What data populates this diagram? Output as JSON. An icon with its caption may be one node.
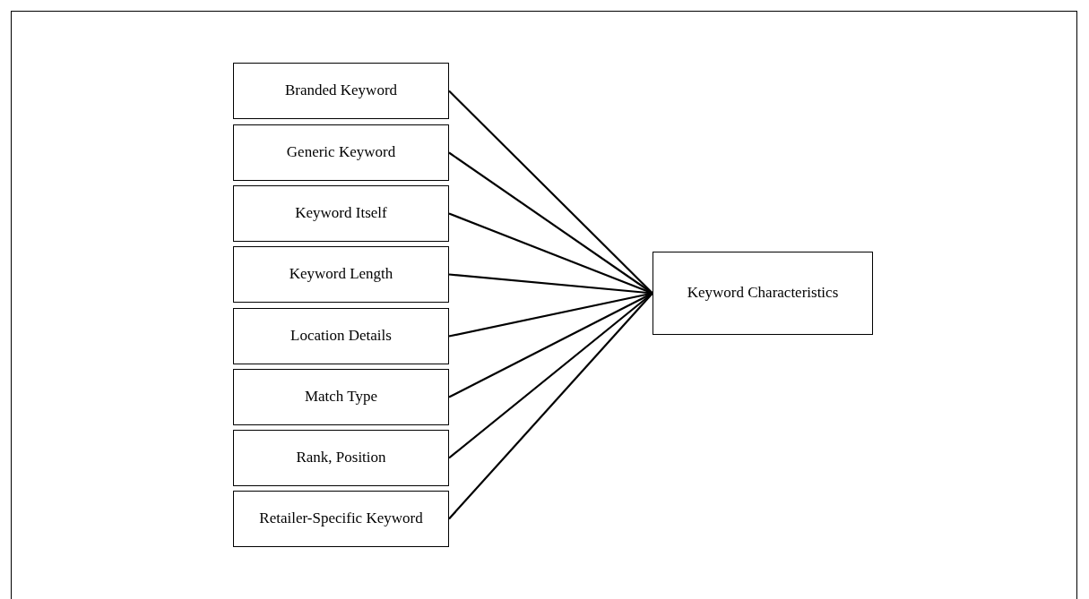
{
  "diagram": {
    "nodes": [
      {
        "text": [
          "Branded Keyword"
        ]
      },
      {
        "text": [
          "Generic Keyword"
        ]
      },
      {
        "text": [
          "Keyword Itself"
        ]
      },
      {
        "text": [
          "Keyword Length"
        ]
      },
      {
        "text": [
          "Location Details"
        ]
      },
      {
        "text": [
          "Match Type"
        ]
      },
      {
        "text": [
          "Rank, Position"
        ]
      },
      {
        "text": [
          "Retailer-Specific Keyword"
        ]
      },
      {
        "text": [
          "Keyword Characteristics"
        ]
      }
    ],
    "edges": [
      {
        "from": 0,
        "to": 8,
        "arrow": "none"
      },
      {
        "from": 1,
        "to": 8,
        "arrow": "none"
      },
      {
        "from": 2,
        "to": 8,
        "arrow": "none"
      },
      {
        "from": 3,
        "to": 8,
        "arrow": "none"
      },
      {
        "from": 4,
        "to": 8,
        "arrow": "none"
      },
      {
        "from": 5,
        "to": 8,
        "arrow": "none"
      },
      {
        "from": 6,
        "to": 8,
        "arrow": "none"
      },
      {
        "from": 7,
        "to": 8,
        "arrow": "none"
      }
    ]
  }
}
